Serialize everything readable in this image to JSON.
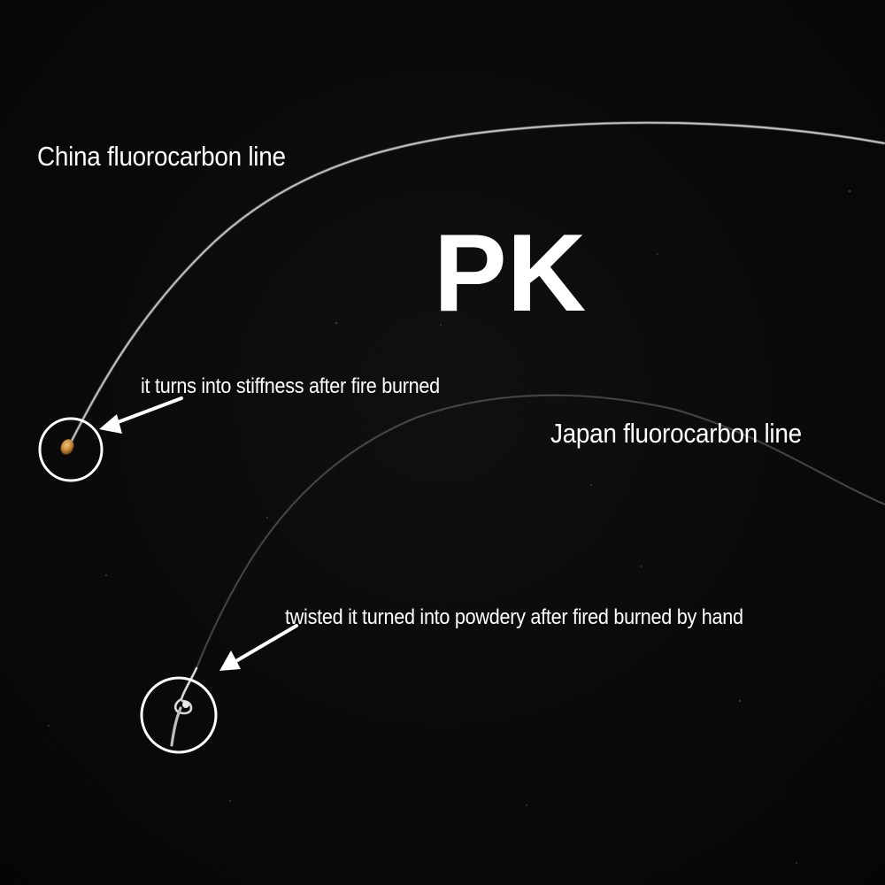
{
  "photo": {
    "background_color": "#070707",
    "china_line": {
      "label": "China fluorocarbon line",
      "note": "it turns into stiffness after fire burned",
      "tip_color": "#c98a3a"
    },
    "japan_line": {
      "label": "Japan fluorocarbon line",
      "note": "twisted it turned into powdery after fired burned by hand"
    },
    "vs_text": "PK",
    "marker_color": "#ffffff"
  }
}
